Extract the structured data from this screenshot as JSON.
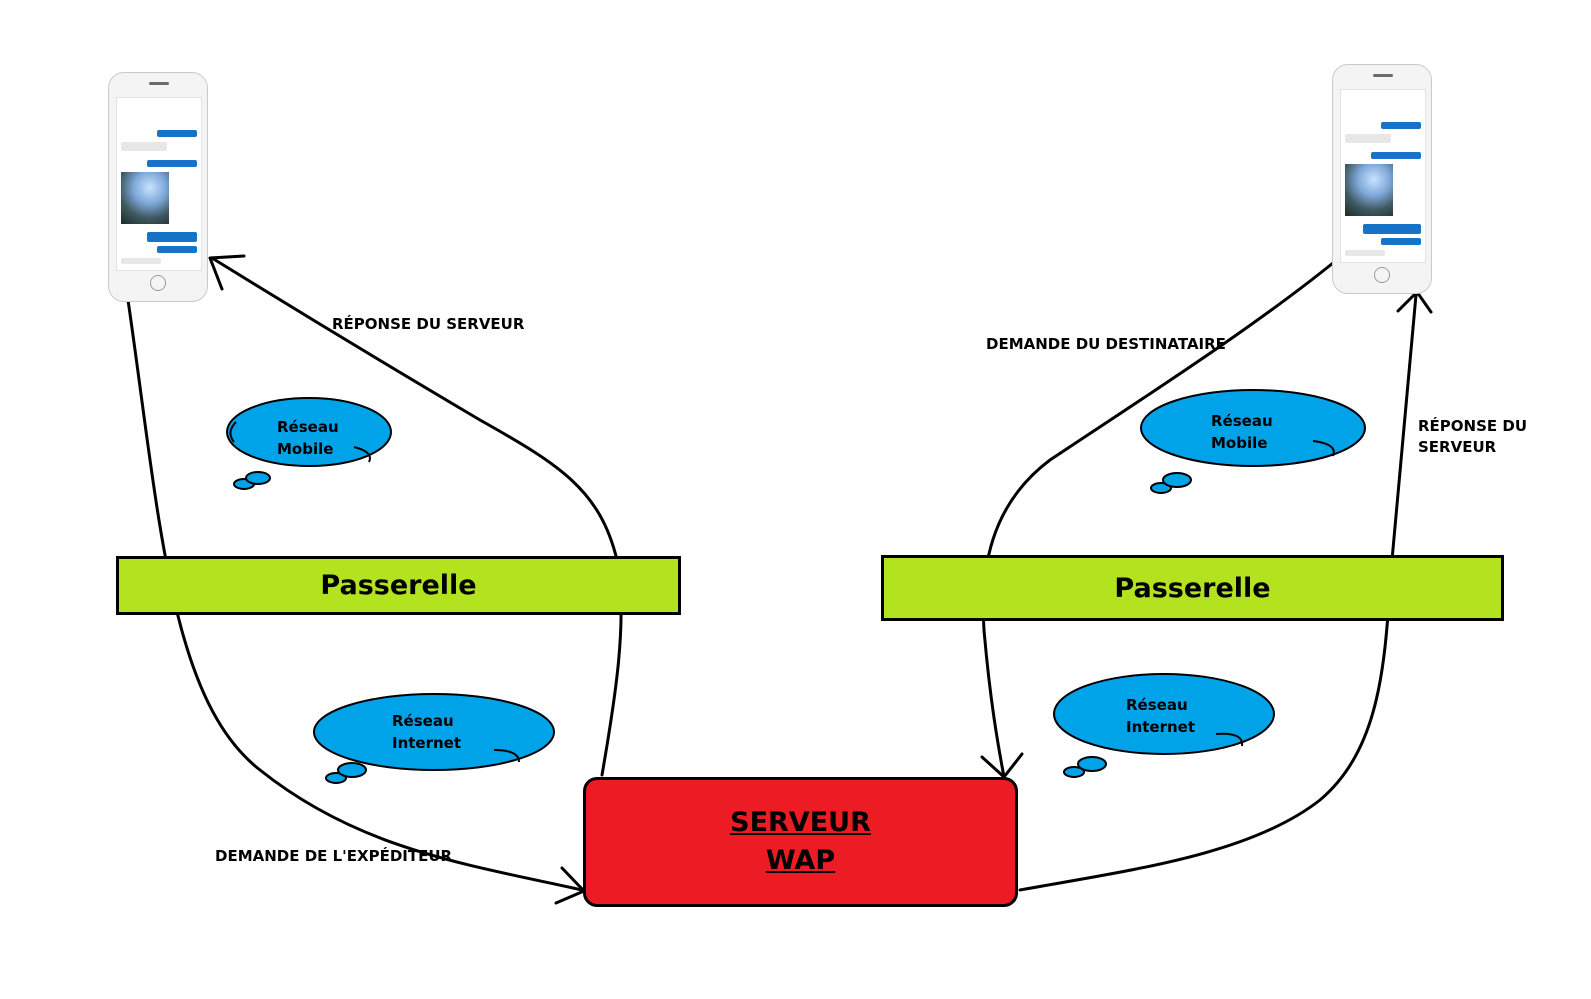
{
  "diagram": {
    "server": {
      "line1": "SERVEUR",
      "line2": "WAP"
    },
    "gateways": {
      "left": "Passerelle",
      "right": "Passerelle"
    },
    "clouds": {
      "left_mobile": {
        "line1": "Réseau",
        "line2": "Mobile"
      },
      "left_internet": {
        "line1": "Réseau",
        "line2": "Internet"
      },
      "right_mobile": {
        "line1": "Réseau",
        "line2": "Mobile"
      },
      "right_internet": {
        "line1": "Réseau",
        "line2": "Internet"
      }
    },
    "arrow_labels": {
      "left_response": "RÉPONSE DU SERVEUR",
      "left_request": "DEMANDE DE L'EXPÉDITEUR",
      "right_request": "DEMANDE DU DESTINATAIRE",
      "right_response_line1": "RÉPONSE DU",
      "right_response_line2": "SERVEUR"
    },
    "colors": {
      "server": "#ed1c24",
      "gateway": "#b3e21f",
      "cloud": "#00a2e8",
      "message_bubble": "#1673c8"
    },
    "icons": [
      "smartphone-icon",
      "smartphone-icon"
    ]
  }
}
